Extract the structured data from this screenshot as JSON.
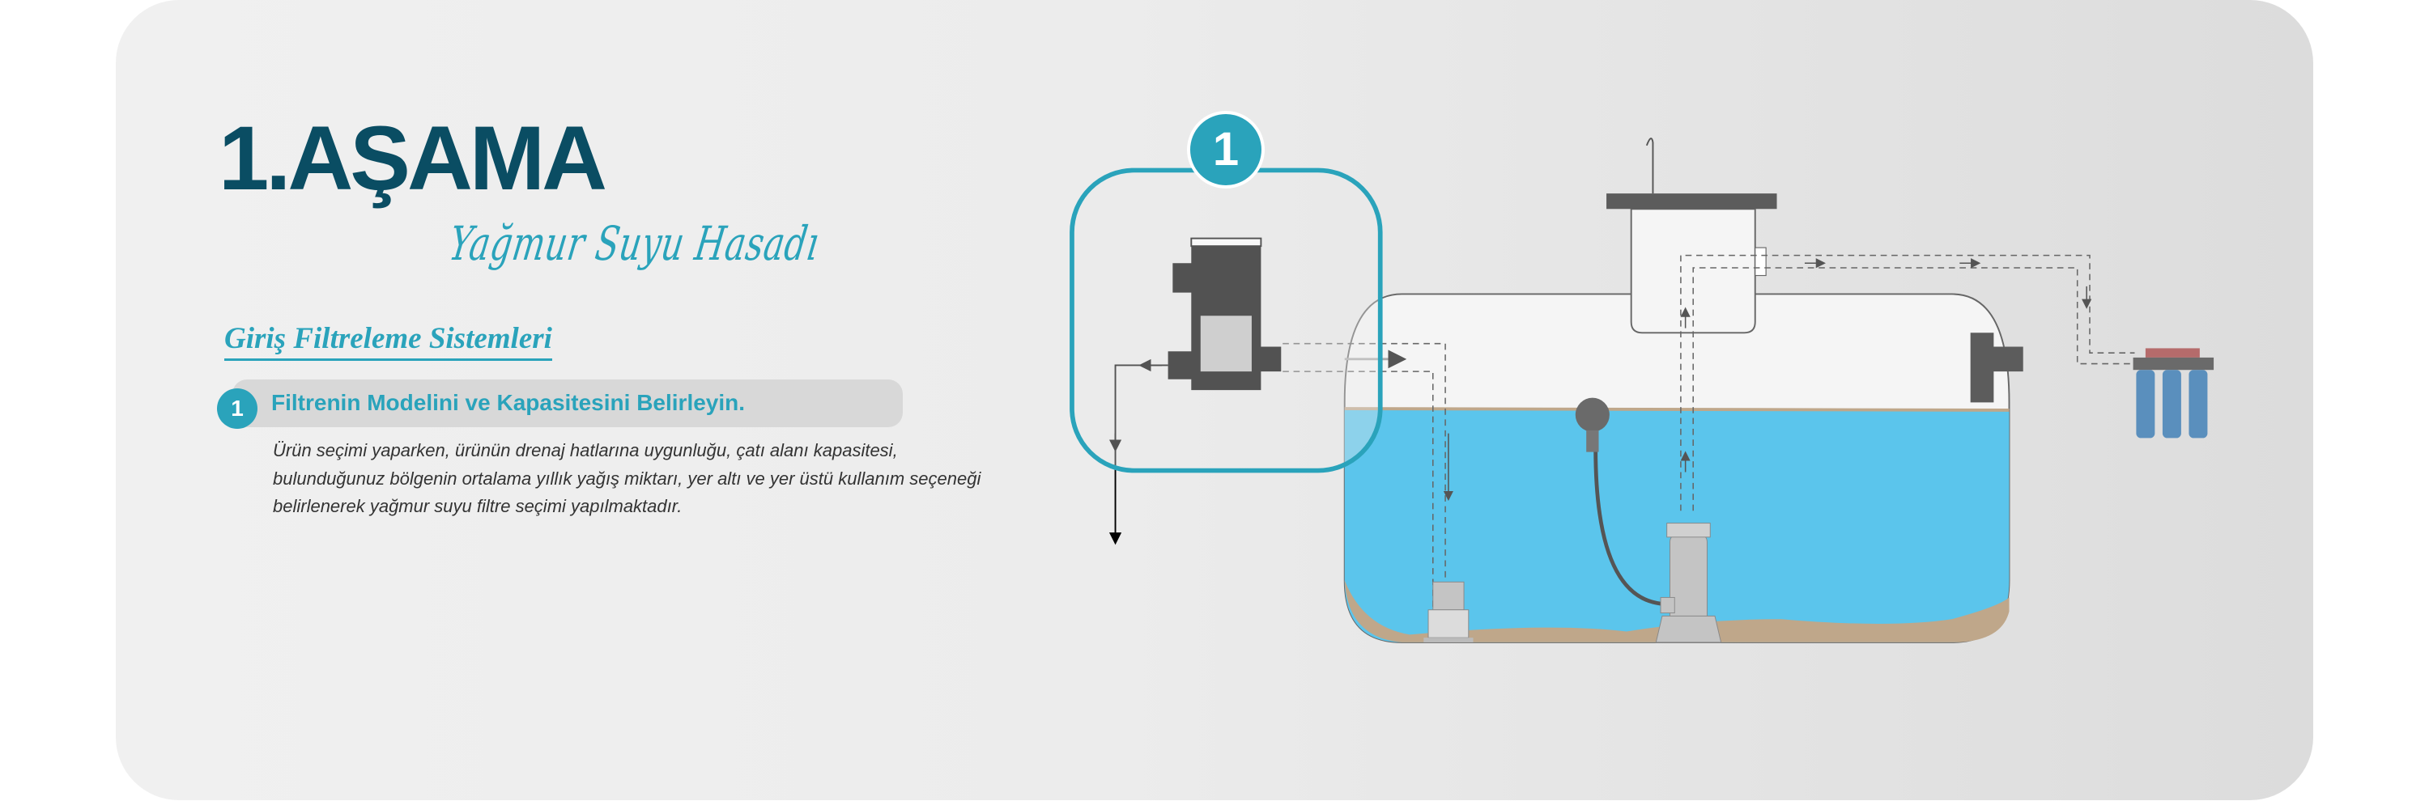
{
  "header": {
    "title": "1.AŞAMA",
    "subtitle": "Yağmur Suyu Hasadı"
  },
  "section": {
    "title": "Giriş Filtreleme Sistemleri",
    "step": {
      "number": "1",
      "label": "Filtrenin Modelini ve Kapasitesini Belirleyin.",
      "description": "Ürün seçimi yaparken, ürünün drenaj hatlarına uygunluğu, çatı alanı kapasitesi, bulunduğunuz bölgenin ortalama yıllık yağış miktarı, yer altı ve yer üstü kullanım seçeneği belirlenerek yağmur suyu filtre seçimi yapılmaktadır."
    }
  },
  "diagram": {
    "highlight_badge": "1",
    "colors": {
      "accent": "#2aa3bb",
      "dark": "#0a4d63",
      "water": "#5bc5ec",
      "sediment": "#bfa78a",
      "filter_blue": "#5a8fbd"
    }
  }
}
